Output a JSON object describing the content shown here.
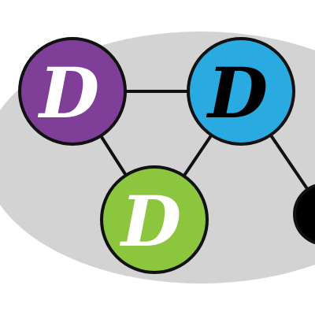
{
  "colors": {
    "background": "#ffffff",
    "blob": "#d3d3d3",
    "edge": "#111111",
    "node_stroke": "#111111",
    "node_purple": "#7f3f98",
    "node_blue": "#29aae1",
    "node_green": "#8cc63f",
    "node_black": "#000000",
    "letter_light": "#ffffff",
    "letter_dark": "#000000"
  },
  "nodes": [
    {
      "id": "purple",
      "label": "D",
      "fill_key": "node_purple",
      "letter_key": "letter_light"
    },
    {
      "id": "blue",
      "label": "D",
      "fill_key": "node_blue",
      "letter_key": "letter_dark"
    },
    {
      "id": "green",
      "label": "D",
      "fill_key": "node_green",
      "letter_key": "letter_light"
    },
    {
      "id": "black",
      "label": "",
      "fill_key": "node_black",
      "letter_key": "letter_light"
    }
  ],
  "edges": [
    {
      "from": "purple",
      "to": "blue"
    },
    {
      "from": "purple",
      "to": "green"
    },
    {
      "from": "blue",
      "to": "green"
    },
    {
      "from": "blue",
      "to": "black"
    }
  ]
}
